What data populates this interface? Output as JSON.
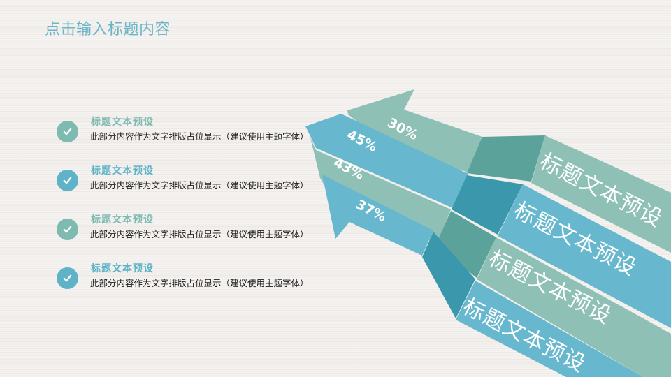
{
  "slide": {
    "title": "点击输入标题内容"
  },
  "colors": {
    "title": "#6bb5c7",
    "green": "#8fc0b6",
    "green_dark": "#5ba39a",
    "blue": "#67b8ce",
    "blue_dark": "#3b97ab",
    "background": "#f1eeeb"
  },
  "list": {
    "items": [
      {
        "title": "标题文本预设",
        "desc": "此部分内容作为文字排版占位显示（建议使用主题字体）",
        "icon": "check-circle-icon",
        "color": "#7dbab0"
      },
      {
        "title": "标题文本预设",
        "desc": "此部分内容作为文字排版占位显示（建议使用主题字体）",
        "icon": "check-circle-icon",
        "color": "#5eb3c9"
      },
      {
        "title": "标题文本预设",
        "desc": "此部分内容作为文字排版占位显示（建议使用主题字体）",
        "icon": "check-circle-icon",
        "color": "#7dbab0"
      },
      {
        "title": "标题文本预设",
        "desc": "此部分内容作为文字排版占位显示（建议使用主题字体）",
        "icon": "check-circle-icon",
        "color": "#5eb3c9"
      }
    ]
  },
  "arrows": [
    {
      "percent": "30%",
      "label": "标题文本预设"
    },
    {
      "percent": "45%",
      "label": "标题文本预设"
    },
    {
      "percent": "43%",
      "label": "标题文本预设"
    },
    {
      "percent": "37%",
      "label": "标题文本预设"
    }
  ]
}
